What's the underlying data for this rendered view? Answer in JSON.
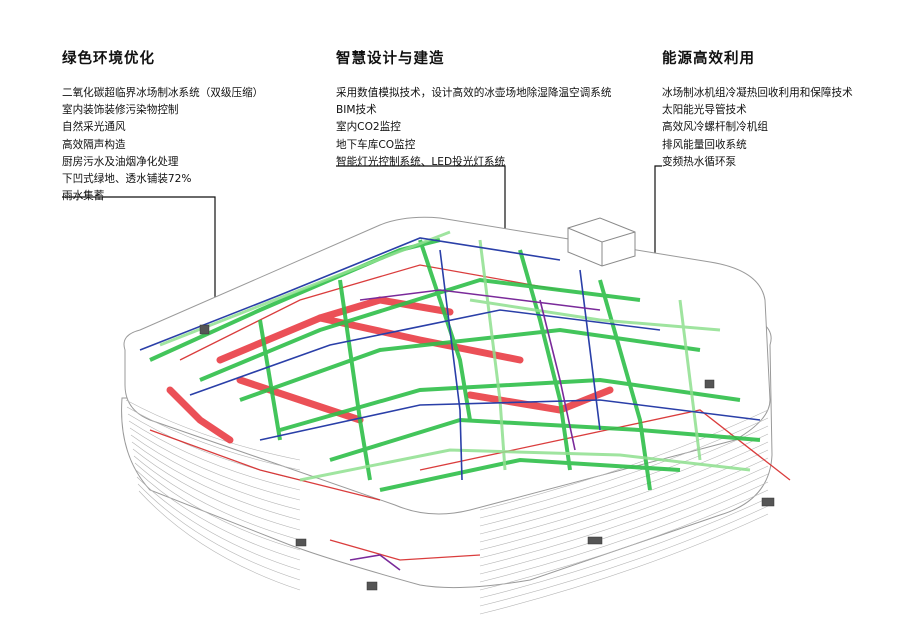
{
  "columns": [
    {
      "title": "绿色环境优化",
      "items": [
        "二氧化碳超临界冰场制冰系统（双级压缩）",
        "室内装饰装修污染物控制",
        "自然采光通风",
        "高效隔声构造",
        "厨房污水及油烟净化处理",
        "下凹式绿地、透水铺装72%",
        "雨水集蓄"
      ]
    },
    {
      "title": "智慧设计与建造",
      "items": [
        "采用数值模拟技术，设计高效的冰壶场地除湿降温空调系统",
        "BIM技术",
        "室内CO2监控",
        "地下车库CO监控",
        "智能灯光控制系统、LED投光灯系统"
      ]
    },
    {
      "title": "能源高效利用",
      "items": [
        "冰场制冰机组冷凝热回收利用和保障技术",
        "太阳能光导管技术",
        "高效风冷螺杆制冷机组",
        "排风能量回收系统",
        "变频热水循环泵"
      ]
    }
  ],
  "colors": {
    "pipe_green": "#2fbf4a",
    "pipe_green_light": "#8fe08f",
    "duct_red": "#e8323a",
    "pipe_blue": "#2a3fa8",
    "pipe_purple": "#7a2a9a",
    "outline": "#9a9a9a"
  }
}
